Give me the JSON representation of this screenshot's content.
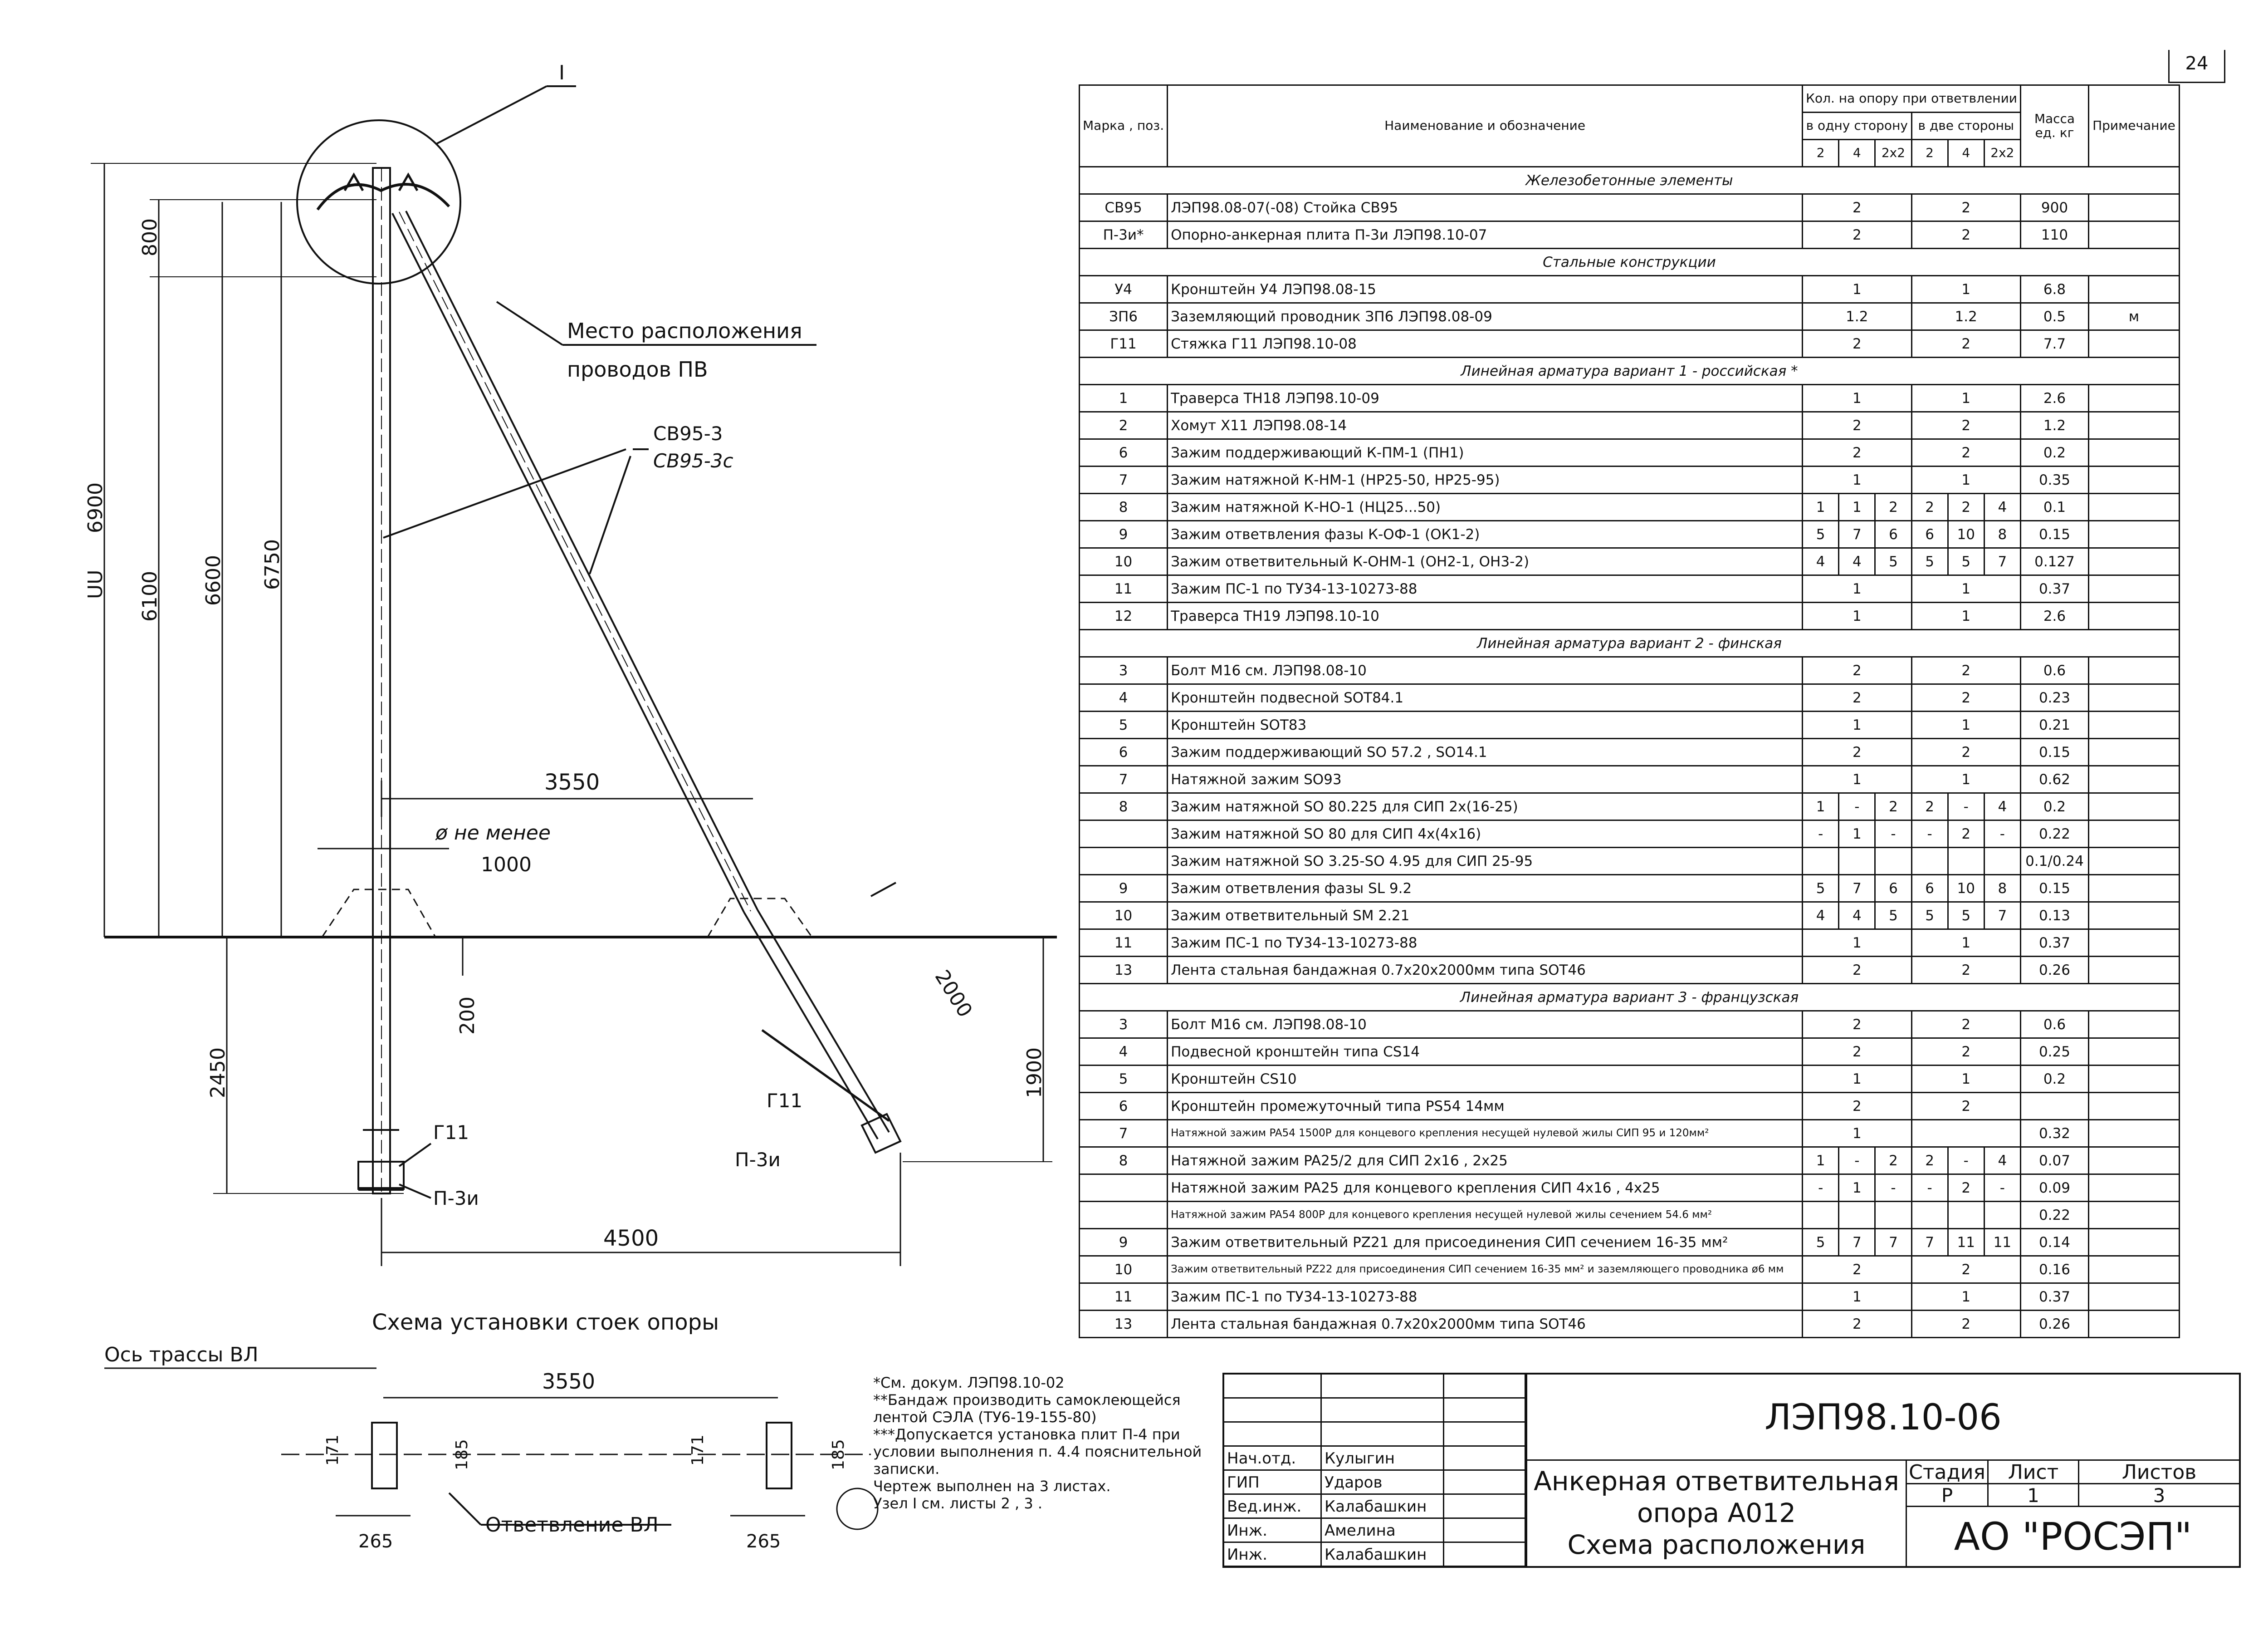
{
  "page_number": "24",
  "drawing": {
    "callout_node": "I",
    "label_pv_line1": "Место расположения",
    "label_pv_line2": "проводов ПВ",
    "label_cb": "СВ95-3",
    "label_cb_alt": "СВ95-3с",
    "dim_800": "800",
    "dim_uu": "UU",
    "dim_6900": "6900",
    "dim_6100": "6100",
    "dim_6600": "6600",
    "dim_6750": "6750",
    "dim_3550": "3550",
    "dim_dia_line1": "ø не менее",
    "dim_dia_line2": "1000",
    "dim_200": "200",
    "dim_2450": "2450",
    "dim_2000": "2000",
    "dim_1900": "1900",
    "dim_4500": "4500",
    "label_g11_left": "Г11",
    "label_p3i_left": "П-3и",
    "label_g11_right": "Г11",
    "label_p3i_right": "П-3и",
    "scheme_title": "Схема установки стоек опоры",
    "axis_label": "Ось трассы ВЛ",
    "branch_label": "Ответвление ВЛ",
    "plan_3550": "3550",
    "plan_171a": "171",
    "plan_185a": "185",
    "plan_171b": "171",
    "plan_185b": "185",
    "plan_265a": "265",
    "plan_265b": "265"
  },
  "spec": {
    "headers": {
      "mark": "Марка , поз.",
      "name": "Наименование и обозначение",
      "qty": "Кол. на опору при ответвлении",
      "one_side": "в одну сторону",
      "two_sides": "в две стороны",
      "c2": "2",
      "c4": "4",
      "c2x2": "2x2",
      "mass": "Масса ед. кг",
      "note": "Примечание"
    },
    "rows": [
      {
        "section": "Железобетонные элементы"
      },
      {
        "mark": "СВ95",
        "name": "ЛЭП98.08-07(-08)        Стойка СВ95",
        "one": "2",
        "two": "2",
        "mass": "900"
      },
      {
        "mark": "П-3и*",
        "name": "Опорно-анкерная плита П-3и ЛЭП98.10-07",
        "one": "2",
        "two": "2",
        "mass": "110"
      },
      {
        "section": "Стальные конструкции"
      },
      {
        "mark": "У4",
        "name": "Кронштейн У4 ЛЭП98.08-15",
        "one": "1",
        "two": "1",
        "mass": "6.8"
      },
      {
        "mark": "ЗП6",
        "name": "Заземляющий проводник ЗП6 ЛЭП98.08-09",
        "one": "1.2",
        "two": "1.2",
        "mass": "0.5",
        "note": "м"
      },
      {
        "mark": "Г11",
        "name": "Стяжка Г11 ЛЭП98.10-08",
        "one": "2",
        "two": "2",
        "mass": "7.7"
      },
      {
        "section": "Линейная арматура вариант 1 - российская *"
      },
      {
        "mark": "1",
        "name": "Траверса ТН18 ЛЭП98.10-09",
        "one": "1",
        "two": "1",
        "mass": "2.6"
      },
      {
        "mark": "2",
        "name": "Хомут Х11 ЛЭП98.08-14",
        "one": "2",
        "two": "2",
        "mass": "1.2"
      },
      {
        "mark": "6",
        "name": "Зажим поддерживающий К-ПМ-1 (ПН1)",
        "one": "2",
        "two": "2",
        "mass": "0.2"
      },
      {
        "mark": "7",
        "name": "Зажим натяжной К-НМ-1 (НР25-50, НР25-95)",
        "one": "1",
        "two": "1",
        "mass": "0.35"
      },
      {
        "mark": "8",
        "name": "Зажим натяжной К-НО-1 (НЦ25...50)",
        "q": [
          "1",
          "1",
          "2",
          "2",
          "2",
          "4"
        ],
        "mass": "0.1"
      },
      {
        "mark": "9",
        "name": "Зажим ответвления фазы К-ОФ-1 (ОК1-2)",
        "q": [
          "5",
          "7",
          "6",
          "6",
          "10",
          "8"
        ],
        "mass": "0.15"
      },
      {
        "mark": "10",
        "name": "Зажим ответвительный К-ОНМ-1 (ОН2-1, ОН3-2)",
        "q": [
          "4",
          "4",
          "5",
          "5",
          "5",
          "7"
        ],
        "mass": "0.127"
      },
      {
        "mark": "11",
        "name": "Зажим ПС-1 по ТУ34-13-10273-88",
        "one": "1",
        "two": "1",
        "mass": "0.37"
      },
      {
        "mark": "12",
        "name": "Траверса ТН19 ЛЭП98.10-10",
        "one": "1",
        "two": "1",
        "mass": "2.6"
      },
      {
        "section": "Линейная арматура вариант 2 - финская"
      },
      {
        "mark": "3",
        "name": "Болт М16 см. ЛЭП98.08-10",
        "one": "2",
        "two": "2",
        "mass": "0.6"
      },
      {
        "mark": "4",
        "name": "Кронштейн подвесной SOT84.1",
        "one": "2",
        "two": "2",
        "mass": "0.23"
      },
      {
        "mark": "5",
        "name": "Кронштейн SOT83",
        "one": "1",
        "two": "1",
        "mass": "0.21"
      },
      {
        "mark": "6",
        "name": "Зажим поддерживающий SO 57.2 , SO14.1",
        "one": "2",
        "two": "2",
        "mass": "0.15"
      },
      {
        "mark": "7",
        "name": "Натяжной зажим SO93",
        "one": "1",
        "two": "1",
        "mass": "0.62"
      },
      {
        "mark": "8",
        "name": "Зажим натяжной SO 80.225 для СИП 2х(16-25)",
        "q": [
          "1",
          "-",
          "2",
          "2",
          "-",
          "4"
        ],
        "mass": "0.2"
      },
      {
        "mark": "",
        "name": "Зажим натяжной SO 80 для СИП 4х(4х16)",
        "q": [
          "-",
          "1",
          "-",
          "-",
          "2",
          "-"
        ],
        "mass": "0.22"
      },
      {
        "mark": "",
        "name": "Зажим натяжной SO 3.25-SO 4.95 для СИП 25-95",
        "q": [
          "",
          "",
          "",
          "",
          "",
          ""
        ],
        "mass": "0.1/0.24"
      },
      {
        "mark": "9",
        "name": "Зажим ответвления фазы SL 9.2",
        "q": [
          "5",
          "7",
          "6",
          "6",
          "10",
          "8"
        ],
        "mass": "0.15"
      },
      {
        "mark": "10",
        "name": "Зажим ответвительный SM 2.21",
        "q": [
          "4",
          "4",
          "5",
          "5",
          "5",
          "7"
        ],
        "mass": "0.13"
      },
      {
        "mark": "11",
        "name": "Зажим ПС-1 по ТУ34-13-10273-88",
        "one": "1",
        "two": "1",
        "mass": "0.37"
      },
      {
        "mark": "13",
        "name": "Лента стальная бандажная 0.7х20х2000мм типа SOT46",
        "one": "2",
        "two": "2",
        "mass": "0.26"
      },
      {
        "section": "Линейная арматура вариант 3 - французская"
      },
      {
        "mark": "3",
        "name": "Болт М16 см. ЛЭП98.08-10",
        "one": "2",
        "two": "2",
        "mass": "0.6"
      },
      {
        "mark": "4",
        "name": "Подвесной кронштейн типа CS14",
        "one": "2",
        "two": "2",
        "mass": "0.25"
      },
      {
        "mark": "5",
        "name": "Кронштейн CS10",
        "one": "1",
        "two": "1",
        "mass": "0.2"
      },
      {
        "mark": "6",
        "name": "Кронштейн промежуточный типа PS54 14мм",
        "one": "2",
        "two": "2",
        "mass": ""
      },
      {
        "mark": "7",
        "small": true,
        "name": "Натяжной зажим PA54 1500P для концевого крепления несущей нулевой жилы СИП 95 и 120мм²",
        "one": "1",
        "two": "",
        "mass": "0.32"
      },
      {
        "mark": "8",
        "name": "Натяжной зажим PA25/2 для СИП 2х16 , 2х25",
        "q": [
          "1",
          "-",
          "2",
          "2",
          "-",
          "4"
        ],
        "mass": "0.07"
      },
      {
        "mark": "",
        "name": "Натяжной зажим PA25 для концевого крепления СИП 4х16 , 4х25",
        "q": [
          "-",
          "1",
          "-",
          "-",
          "2",
          "-"
        ],
        "mass": "0.09"
      },
      {
        "mark": "",
        "small": true,
        "name": "Натяжной зажим PA54 800P для концевого крепления несущей нулевой жилы сечением 54.6 мм²",
        "q": [
          "",
          "",
          "",
          "",
          "",
          ""
        ],
        "mass": "0.22"
      },
      {
        "mark": "9",
        "name": "Зажим ответвительный PZ21 для присоединения СИП сечением 16-35 мм²",
        "q": [
          "5",
          "7",
          "7",
          "7",
          "11",
          "11"
        ],
        "mass": "0.14"
      },
      {
        "mark": "10",
        "small": true,
        "name": "Зажим ответвительный PZ22 для присоединения СИП сечением 16-35 мм² и заземляющего проводника ø6 мм",
        "one": "2",
        "two": "2",
        "mass": "0.16"
      },
      {
        "mark": "11",
        "name": "Зажим ПС-1 по ТУ34-13-10273-88",
        "one": "1",
        "two": "1",
        "mass": "0.37"
      },
      {
        "mark": "13",
        "name": "Лента стальная бандажная 0.7х20х2000мм типа SOT46",
        "one": "2",
        "two": "2",
        "mass": "0.26"
      }
    ]
  },
  "notes": [
    "*См. докум. ЛЭП98.10-02",
    "**Бандаж производить самоклеющейся лентой СЭЛА (ТУ6-19-155-80)",
    "***Допускается установка плит П-4 при условии выполнения п. 4.4 пояснительной записки.",
    "Чертеж выполнен на 3 листах.",
    "Узел I см. листы 2 , 3 ."
  ],
  "title_block": {
    "doc_code": "ЛЭП98.10-06",
    "title_line1": "Анкерная ответвительная",
    "title_line2": "опора А012",
    "title_line3": "Схема расположения",
    "stage_label": "Стадия",
    "sheet_label": "Лист",
    "sheets_label": "Листов",
    "stage": "Р",
    "sheet": "1",
    "sheets": "3",
    "company": "АО \"РОСЭП\"",
    "signers": [
      {
        "role": "Нач.отд.",
        "name": "Кулыгин"
      },
      {
        "role": "ГИП",
        "name": "Ударов"
      },
      {
        "role": "Вед.инж.",
        "name": "Калабашкин"
      },
      {
        "role": "Инж.",
        "name": "Амелина"
      },
      {
        "role": "Инж.",
        "name": "Калабашкин"
      }
    ]
  }
}
